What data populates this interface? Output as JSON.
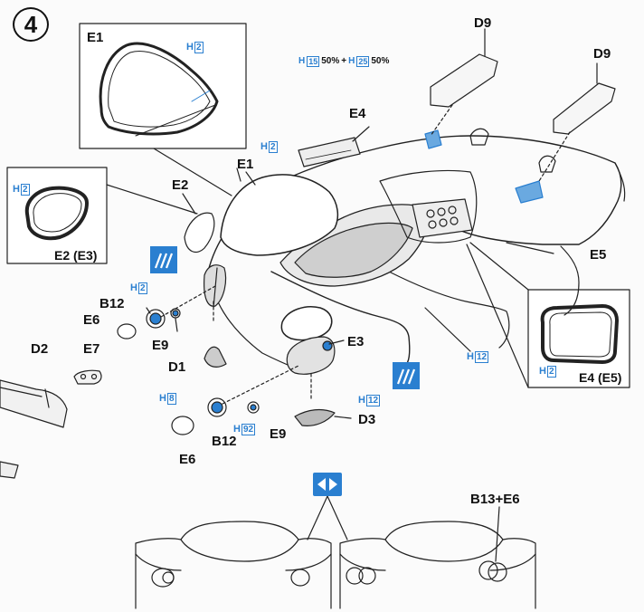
{
  "step": "4",
  "parts": {
    "e1_inset": "E1",
    "e1": "E1",
    "e2": "E2",
    "e2_inset": "E2 (E3)",
    "e3": "E3",
    "e4": "E4",
    "e4_inset": "E4 (E5)",
    "e5": "E5",
    "e6_a": "E6",
    "e6_b": "E6",
    "e7": "E7",
    "e9_a": "E9",
    "e9_b": "E9",
    "d1": "D1",
    "d2": "D2",
    "d3": "D3",
    "d9_a": "D9",
    "d9_b": "D9",
    "b12_a": "B12",
    "b12_b": "B12",
    "b13": "B13+E6"
  },
  "colors": {
    "h_prefix": "H",
    "h2": "2",
    "h8": "8",
    "h12": "12",
    "h15": "15",
    "h25": "25",
    "h92": "92",
    "pct1": "50%",
    "pct2": "50%",
    "plus": "+"
  },
  "icons": [
    "decal-icon",
    "swap-arrows-icon"
  ],
  "accent": "#2a7fd0"
}
